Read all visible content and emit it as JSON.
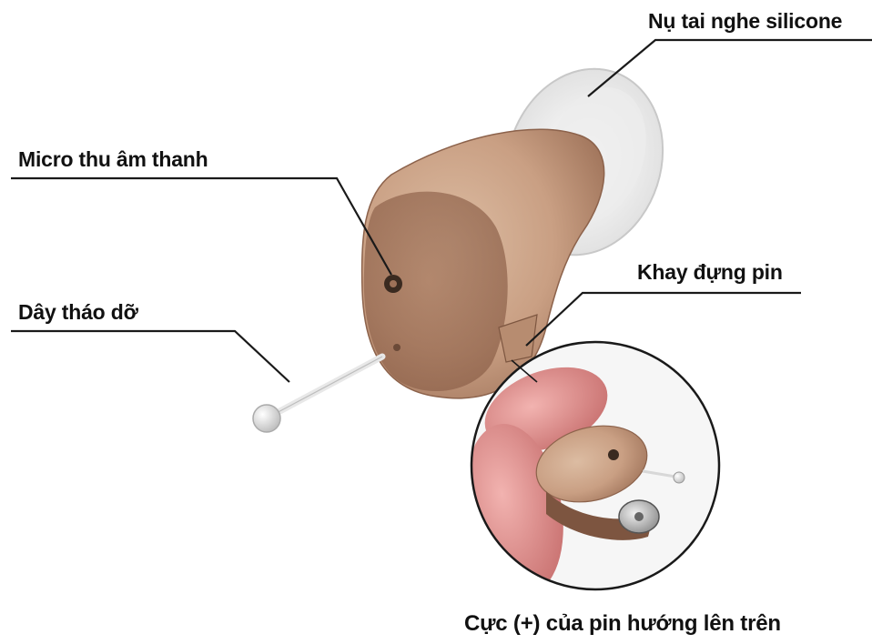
{
  "labels": {
    "silicone_tip": "Nụ tai nghe silicone",
    "microphone": "Micro thu âm thanh",
    "removal_cord": "Dây tháo dỡ",
    "battery_tray": "Khay đựng pin",
    "battery_polarity": "Cực (+) của pin hướng lên trên"
  },
  "colors": {
    "aid_shell": "#c9a184",
    "aid_shadow": "#9d7158",
    "silicone": "#f4f4f4",
    "skin": "#e59a9a",
    "leader_line": "#1a1a1a"
  }
}
